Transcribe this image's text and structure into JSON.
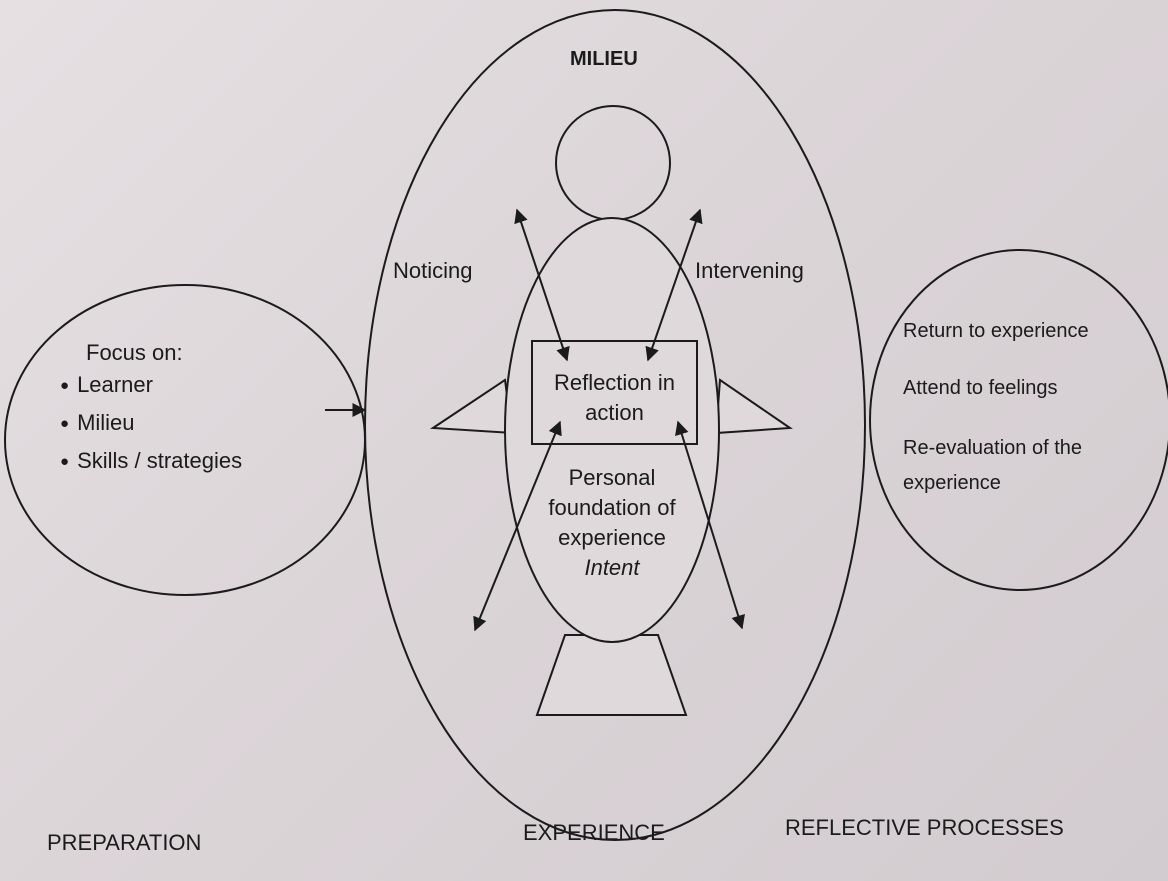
{
  "milieu_title": "MILIEU",
  "noticing": "Noticing",
  "intervening": "Intervening",
  "preparation": {
    "focus_heading": "Focus on:",
    "items": [
      "Learner",
      "Milieu",
      "Skills / strategies"
    ],
    "caption": "PREPARATION"
  },
  "experience": {
    "box_line1": "Reflection in",
    "box_line2": "action",
    "body_line1": "Personal",
    "body_line2": "foundation of",
    "body_line3": "experience",
    "intent": "Intent",
    "caption": "EXPERIENCE"
  },
  "reflective": {
    "item1": "Return to experience",
    "item2": "Attend to feelings",
    "item3_line1": "Re-evaluation of the",
    "item3_line2": "experience",
    "caption": "REFLECTIVE PROCESSES"
  },
  "colors": {
    "ink": "#1b1b1b",
    "paper": "#e0d9dc"
  }
}
